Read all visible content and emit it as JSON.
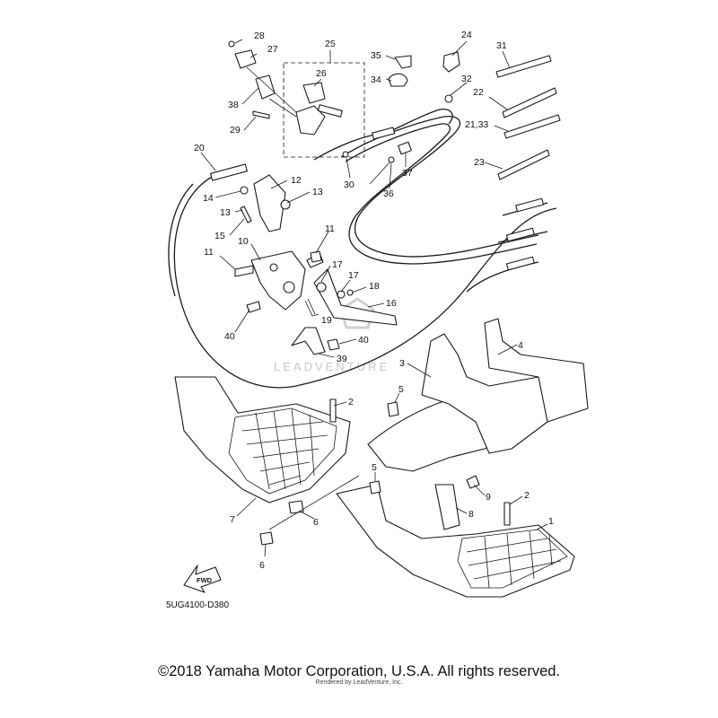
{
  "diagram": {
    "code": "5UG4100-D380",
    "fwd_label": "FWD",
    "watermark": "LEADVENTURE",
    "callouts": [
      {
        "id": "c28",
        "label": "28"
      },
      {
        "id": "c27",
        "label": "27"
      },
      {
        "id": "c25",
        "label": "25"
      },
      {
        "id": "c26",
        "label": "26"
      },
      {
        "id": "c38",
        "label": "38"
      },
      {
        "id": "c29",
        "label": "29"
      },
      {
        "id": "c35",
        "label": "35"
      },
      {
        "id": "c34",
        "label": "34"
      },
      {
        "id": "c24",
        "label": "24"
      },
      {
        "id": "c32",
        "label": "32"
      },
      {
        "id": "c31",
        "label": "31"
      },
      {
        "id": "c22",
        "label": "22"
      },
      {
        "id": "c2133",
        "label": "21,33"
      },
      {
        "id": "c23",
        "label": "23"
      },
      {
        "id": "c30",
        "label": "30"
      },
      {
        "id": "c37",
        "label": "37"
      },
      {
        "id": "c36",
        "label": "36"
      },
      {
        "id": "c20",
        "label": "20"
      },
      {
        "id": "c12",
        "label": "12"
      },
      {
        "id": "c14",
        "label": "14"
      },
      {
        "id": "c13a",
        "label": "13"
      },
      {
        "id": "c13b",
        "label": "13"
      },
      {
        "id": "c15",
        "label": "15"
      },
      {
        "id": "c10",
        "label": "10"
      },
      {
        "id": "c11a",
        "label": "11"
      },
      {
        "id": "c11b",
        "label": "11"
      },
      {
        "id": "c17a",
        "label": "17"
      },
      {
        "id": "c17b",
        "label": "17"
      },
      {
        "id": "c18",
        "label": "18"
      },
      {
        "id": "c16",
        "label": "16"
      },
      {
        "id": "c19",
        "label": "19"
      },
      {
        "id": "c40a",
        "label": "40"
      },
      {
        "id": "c40b",
        "label": "40"
      },
      {
        "id": "c39",
        "label": "39"
      },
      {
        "id": "c3",
        "label": "3"
      },
      {
        "id": "c4",
        "label": "4"
      },
      {
        "id": "c2a",
        "label": "2"
      },
      {
        "id": "c5a",
        "label": "5"
      },
      {
        "id": "c5b",
        "label": "5"
      },
      {
        "id": "c9",
        "label": "9"
      },
      {
        "id": "c2b",
        "label": "2"
      },
      {
        "id": "c8",
        "label": "8"
      },
      {
        "id": "c1",
        "label": "1"
      },
      {
        "id": "c7",
        "label": "7"
      },
      {
        "id": "c6a",
        "label": "6"
      },
      {
        "id": "c6b",
        "label": "6"
      }
    ]
  },
  "footer": {
    "copyright": "©2018 Yamaha Motor Corporation, U.S.A. All rights reserved.",
    "rendered_by": "Rendered by LeadVenture, Inc."
  }
}
